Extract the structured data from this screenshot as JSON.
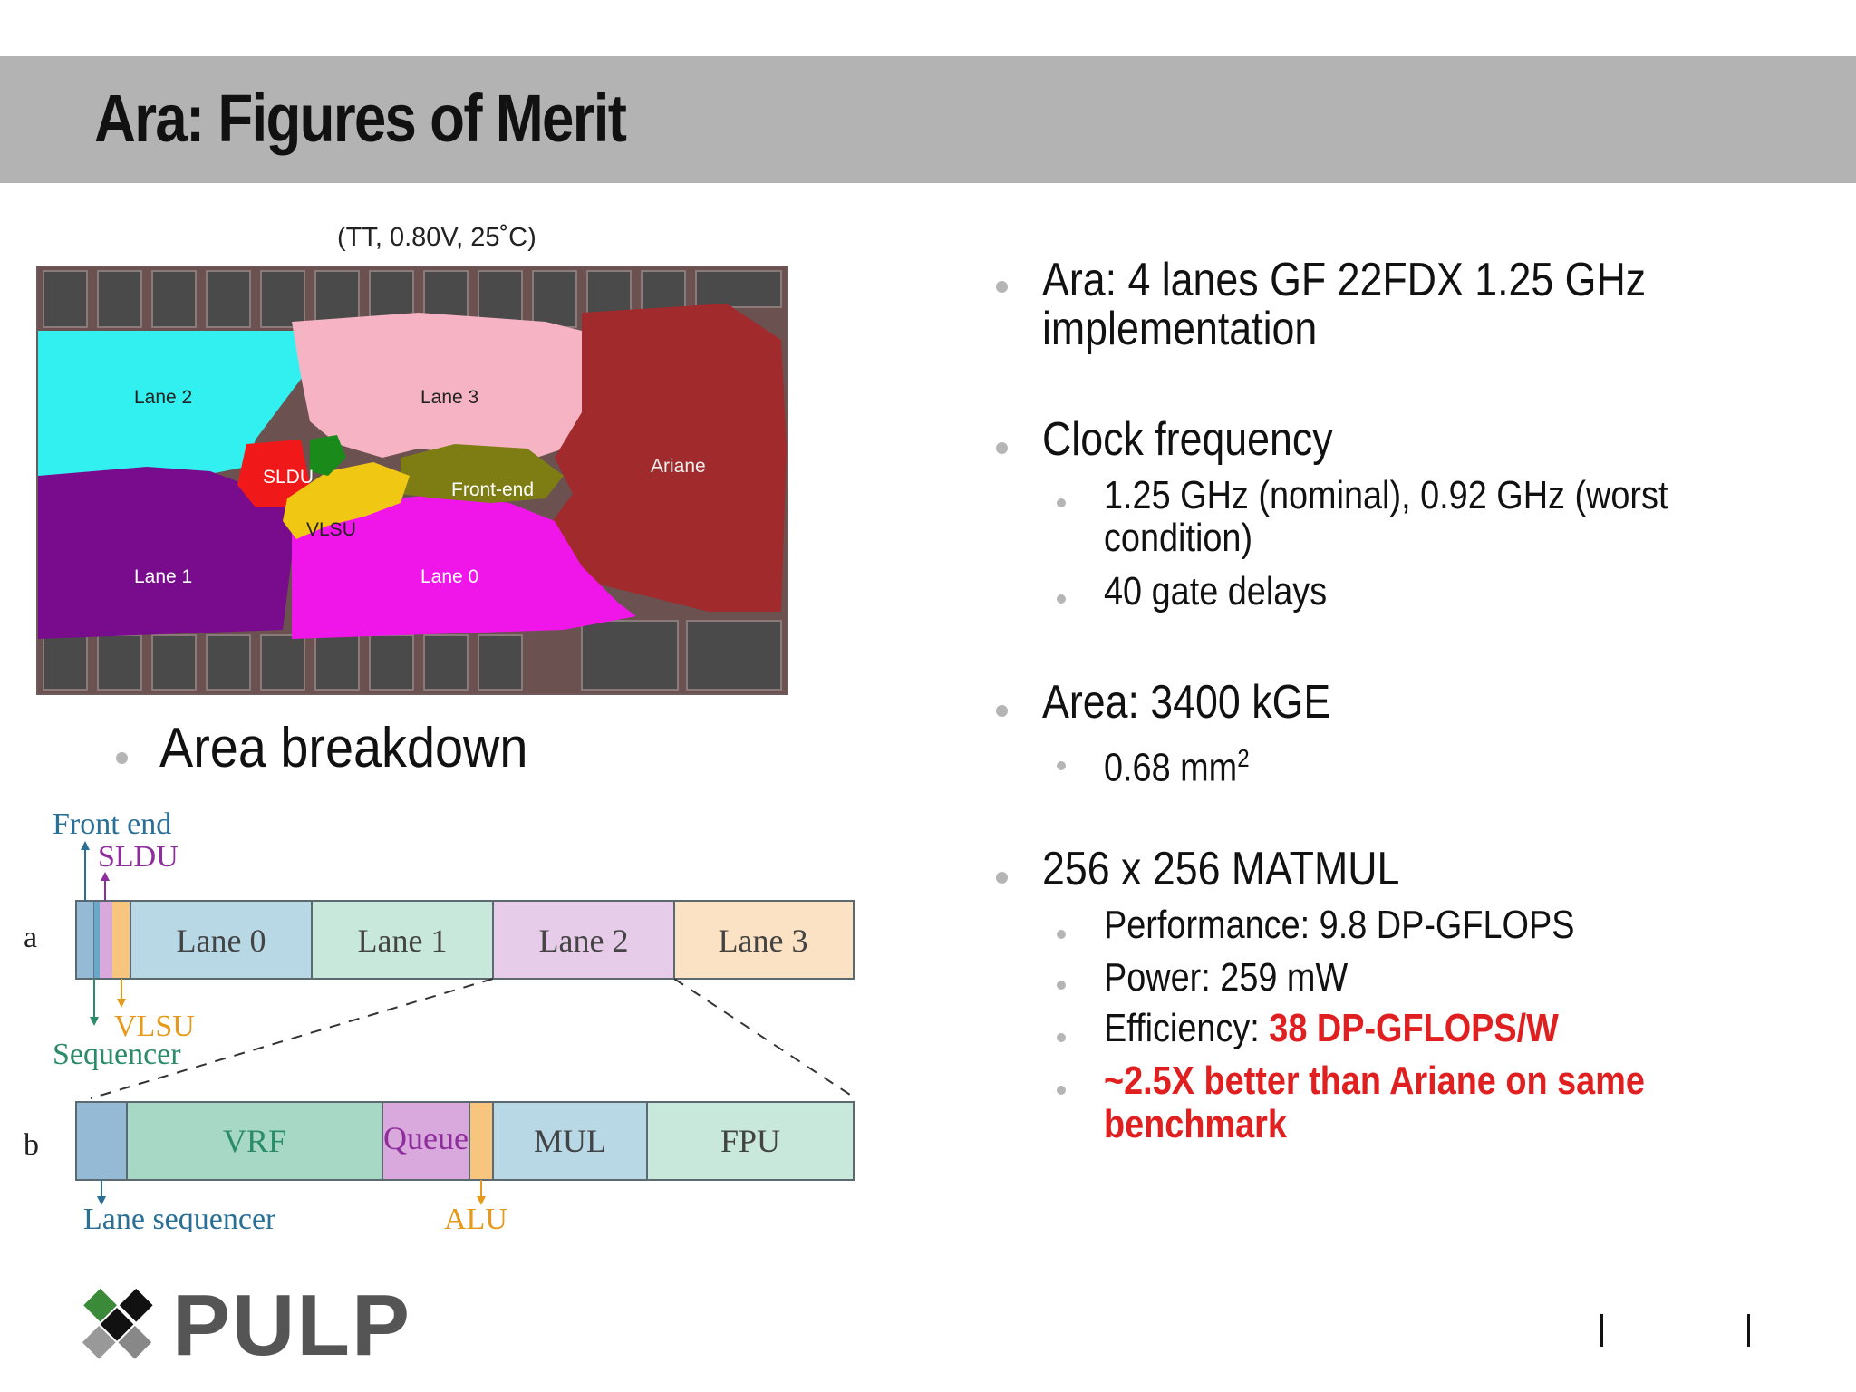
{
  "header": {
    "title": "Ara: Figures of Merit"
  },
  "die": {
    "caption": "(TT, 0.80V, 25˚C)",
    "labels": {
      "lane2": "Lane 2",
      "lane3": "Lane 3",
      "ariane": "Ariane",
      "sldu": "SLDU",
      "frontend": "Front-end",
      "vlsu": "VLSU",
      "lane1": "Lane 1",
      "lane0": "Lane 0"
    },
    "colors": {
      "lane2": "#33f0f0",
      "lane3": "#f5b3c3",
      "ariane": "#a12a2d",
      "sldu": "#f01818",
      "frontend": "#7d7d14",
      "vlsu": "#f0c814",
      "lane1": "#780c8c",
      "lane0": "#f016ea"
    }
  },
  "area_bullet": "Area breakdown",
  "breakdown": {
    "a": {
      "row_label": "a",
      "segments": [
        "Lane 0",
        "Lane 1",
        "Lane 2",
        "Lane 3"
      ],
      "annotations": {
        "front_end": "Front end",
        "sldu": "SLDU",
        "vlsu": "VLSU",
        "sequencer": "Sequencer"
      }
    },
    "b": {
      "row_label": "b",
      "segments": [
        "VRF",
        "Queue",
        "MUL",
        "FPU"
      ],
      "annotations": {
        "lane_sequencer": "Lane sequencer",
        "alu": "ALU"
      }
    },
    "colors": {
      "lane0": "#b8d8e6",
      "lane1": "#c8e8dc",
      "lane2": "#e6cce8",
      "lane3": "#fbe2c4",
      "seq": "#94bad6",
      "vrf": "#a7d8c6",
      "queue": "#d9a8dd",
      "alu": "#f8c57e",
      "mul": "#b8d8e6",
      "fpu": "#c8e8dc",
      "blue_text": "#2a6f96",
      "teal_text": "#2c8c6a",
      "purple_text": "#8e2d9c",
      "orange_text": "#e69a1c"
    }
  },
  "specs": {
    "b1": {
      "main": "Ara: 4 lanes GF 22FDX 1.25 GHz",
      "main2": "implementation"
    },
    "b2": {
      "main": "Clock frequency",
      "sub1a": "1.25 GHz (nominal), 0.92 GHz (worst",
      "sub1b": "condition)",
      "sub2": "40 gate delays"
    },
    "b3": {
      "main": "Area: 3400 kGE",
      "sub1": "0.68 mm",
      "sub1_sup": "2"
    },
    "b4": {
      "main": "256 x 256 MATMUL",
      "perf": "Performance: 9.8 DP-GFLOPS",
      "power": "Power: 259 mW",
      "eff_label": "Efficiency: ",
      "eff_value": "38 DP-GFLOPS/W",
      "cmp1": "~2.5X better than Ariane on same",
      "cmp2": "benchmark"
    }
  },
  "logo": {
    "text": "PULP",
    "letter_p": "P"
  }
}
